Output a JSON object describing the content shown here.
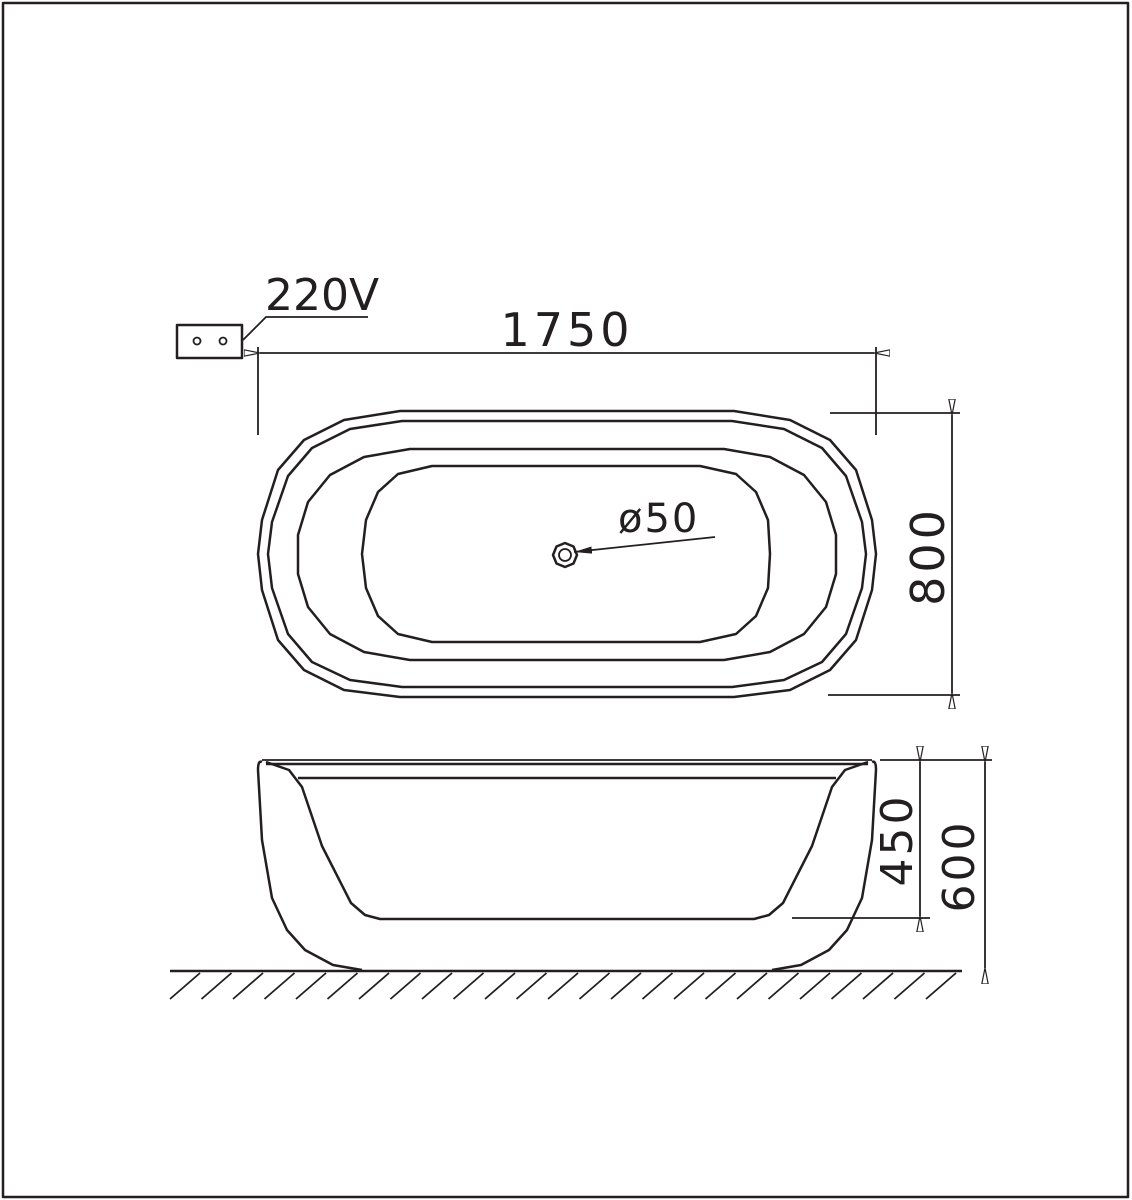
{
  "drawing": {
    "power_label": "220V",
    "dim_length": "1750",
    "dim_width": "800",
    "dim_drain": "ø50",
    "dim_inner_depth": "450",
    "dim_total_height": "600"
  },
  "colors": {
    "line": "#231f20",
    "background": "#ffffff"
  }
}
